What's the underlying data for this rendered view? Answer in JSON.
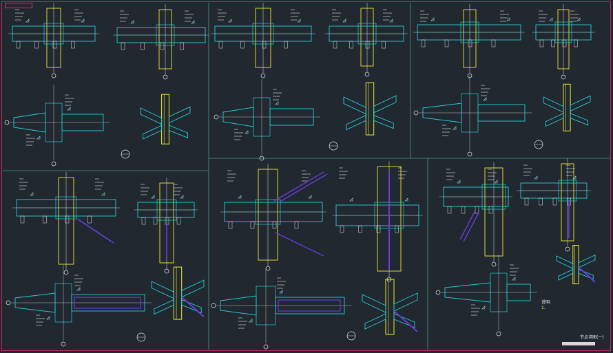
{
  "drawing": {
    "title_block_tag": "",
    "sheet_title": "节点详图(一)",
    "sheet_number": "",
    "notes_heading": "说明:",
    "notes_line": "1. "
  },
  "colors": {
    "background": "#212830",
    "border": "#c0285a",
    "panel_divider": "#4c9a8c",
    "beam": "#25d0d8",
    "column": "#f0ec30",
    "brace": "#6a3cd8",
    "annotation": "#e8e8e8",
    "leader": "#9fe0e0"
  },
  "icons": [
    "section-marker-icon",
    "column-axis-bubble-icon",
    "weld-symbol-icon"
  ]
}
